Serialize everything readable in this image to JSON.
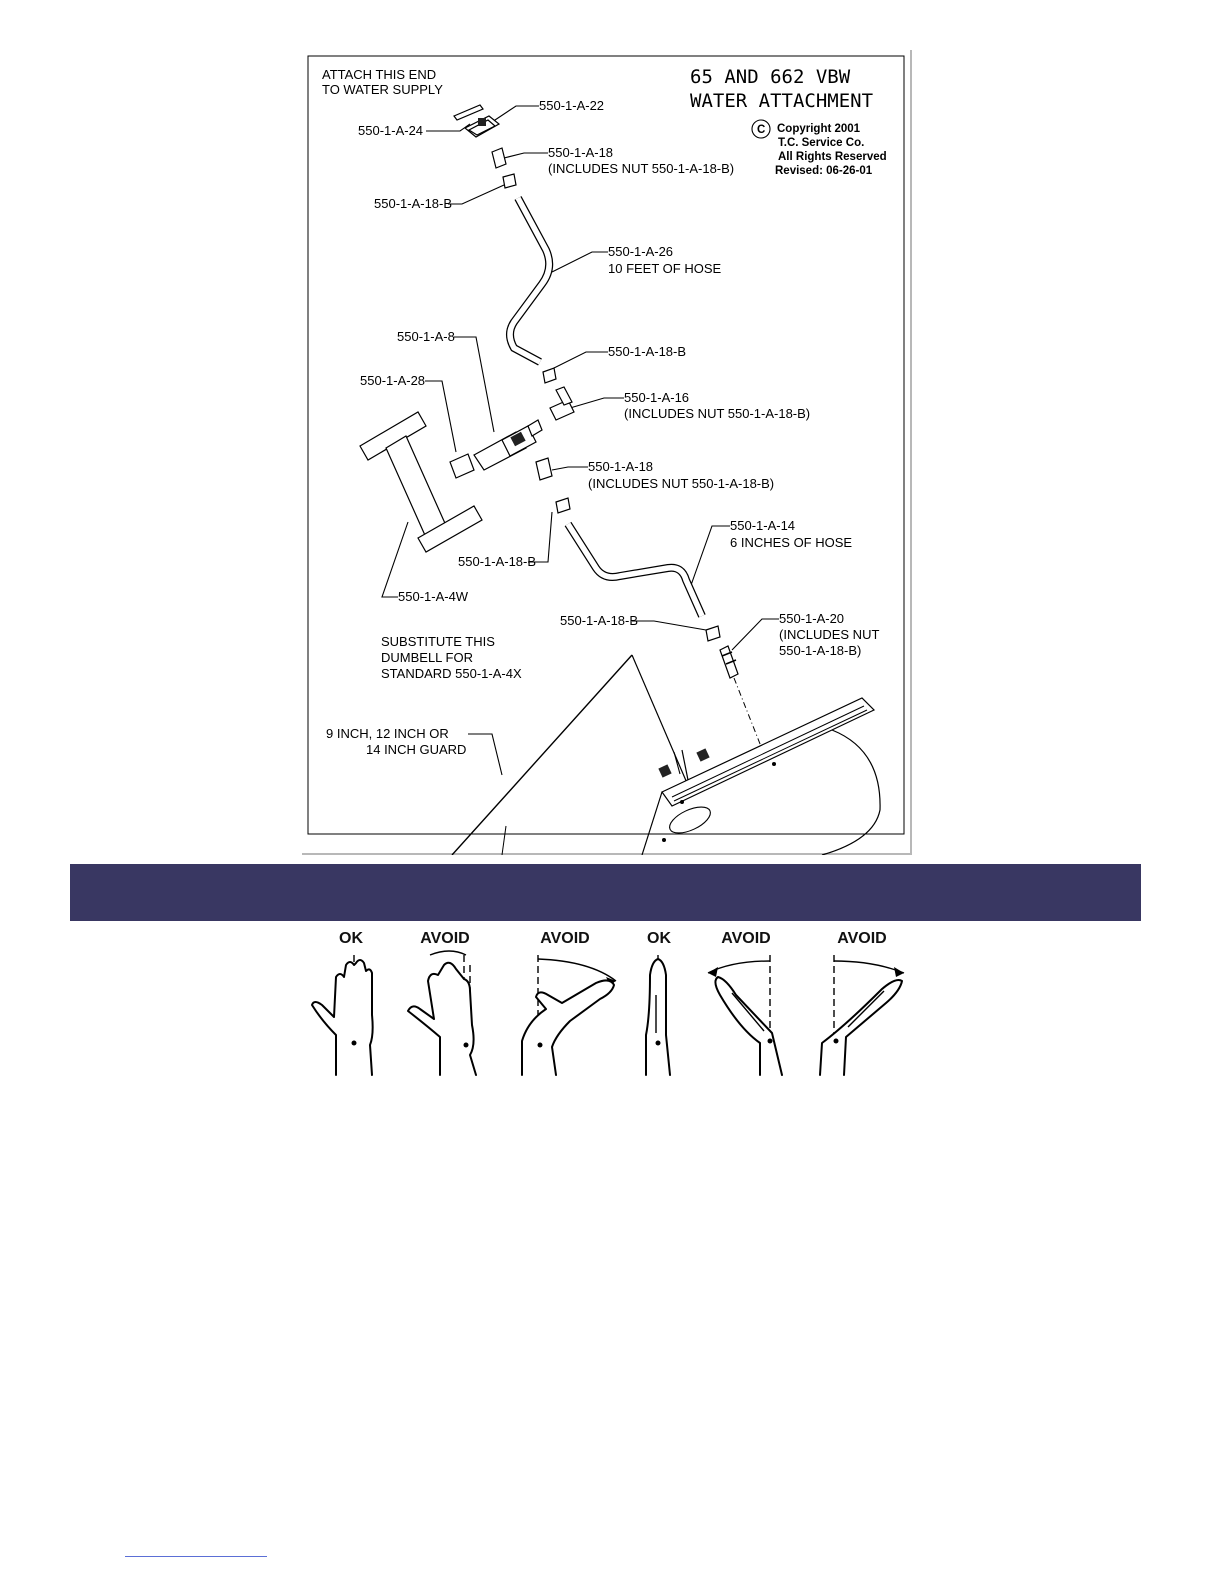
{
  "drawing": {
    "title_line1": "65 AND 662 VBW",
    "title_line2": "WATER ATTACHMENT",
    "copyright_symbol": "C",
    "copyright_lines": [
      "Copyright 2001",
      "T.C. Service Co.",
      "All Rights Reserved",
      "Revised: 06-26-01"
    ],
    "attach_note": [
      "ATTACH THIS END",
      "TO WATER SUPPLY"
    ],
    "substitute_note": [
      "SUBSTITUTE THIS",
      "DUMBELL FOR",
      "STANDARD 550-1-A-4X"
    ],
    "guard_note": [
      "9 INCH, 12 INCH OR",
      "14 INCH GUARD"
    ],
    "callouts": {
      "a24": "550-1-A-24",
      "a22": "550-1-A-22",
      "a18_top": [
        "550-1-A-18",
        "(INCLUDES NUT 550-1-A-18-B)"
      ],
      "a18b_top": "550-1-A-18-B",
      "a26": [
        "550-1-A-26",
        "10 FEET OF HOSE"
      ],
      "a8": "550-1-A-8",
      "a28": "550-1-A-28",
      "a18b_mid": "550-1-A-18-B",
      "a16": [
        "550-1-A-16",
        "(INCLUDES NUT 550-1-A-18-B)"
      ],
      "a18_mid": [
        "550-1-A-18",
        "(INCLUDES NUT 550-1-A-18-B)"
      ],
      "a14": [
        "550-1-A-14",
        "6 INCHES OF HOSE"
      ],
      "a18b_low": "550-1-A-18-B",
      "a4w": "550-1-A-4W",
      "a18b_bottom": "550-1-A-18-B",
      "a20": [
        "550-1-A-20",
        "(INCLUDES NUT",
        "550-1-A-18-B)"
      ]
    }
  },
  "posture": {
    "labels": [
      "OK",
      "AVOID",
      "AVOID",
      "OK",
      "AVOID",
      "AVOID"
    ]
  },
  "colors": {
    "banner": "#393762",
    "link_underline": "#5b6fd6"
  }
}
